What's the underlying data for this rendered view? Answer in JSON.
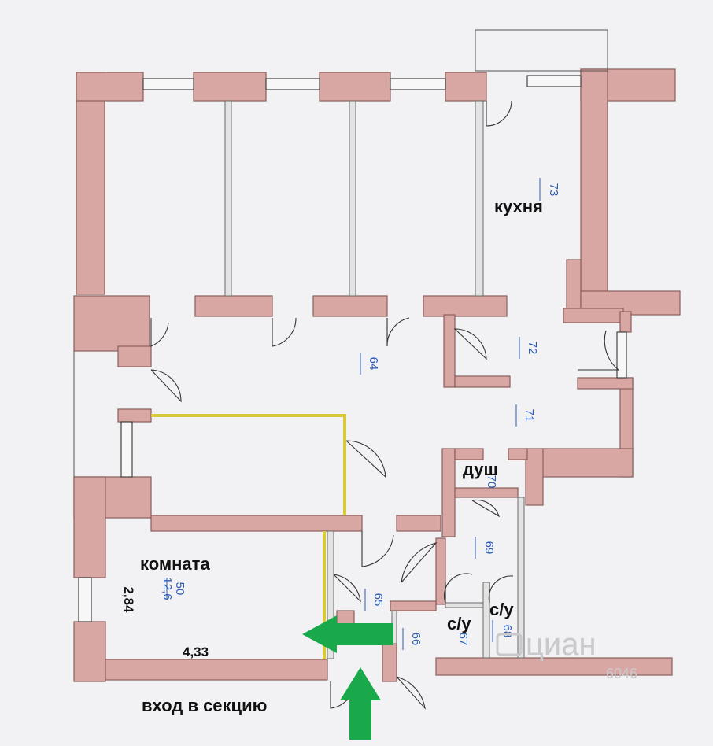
{
  "labels": {
    "kitchen": "кухня",
    "room": "комната",
    "shower": "душ",
    "wc1": "с/у",
    "wc2": "с/у",
    "entrance": "вход в секцию"
  },
  "room_numbers": {
    "r73": "73",
    "r72": "72",
    "r71": "71",
    "r64": "64",
    "r70": "70",
    "r69": "69",
    "r65": "65",
    "r66": "66",
    "r67": "67",
    "r68": "68",
    "r50": "50"
  },
  "room_area": "12,6",
  "dimensions": {
    "width": "4,33",
    "height": "2,84"
  },
  "watermark": {
    "brand": "циан",
    "code": "6046"
  },
  "colors": {
    "wall": "#d9a7a3",
    "room_number": "#2b5db4",
    "arrow": "#19a84a",
    "highlight": "#d9c93a"
  }
}
